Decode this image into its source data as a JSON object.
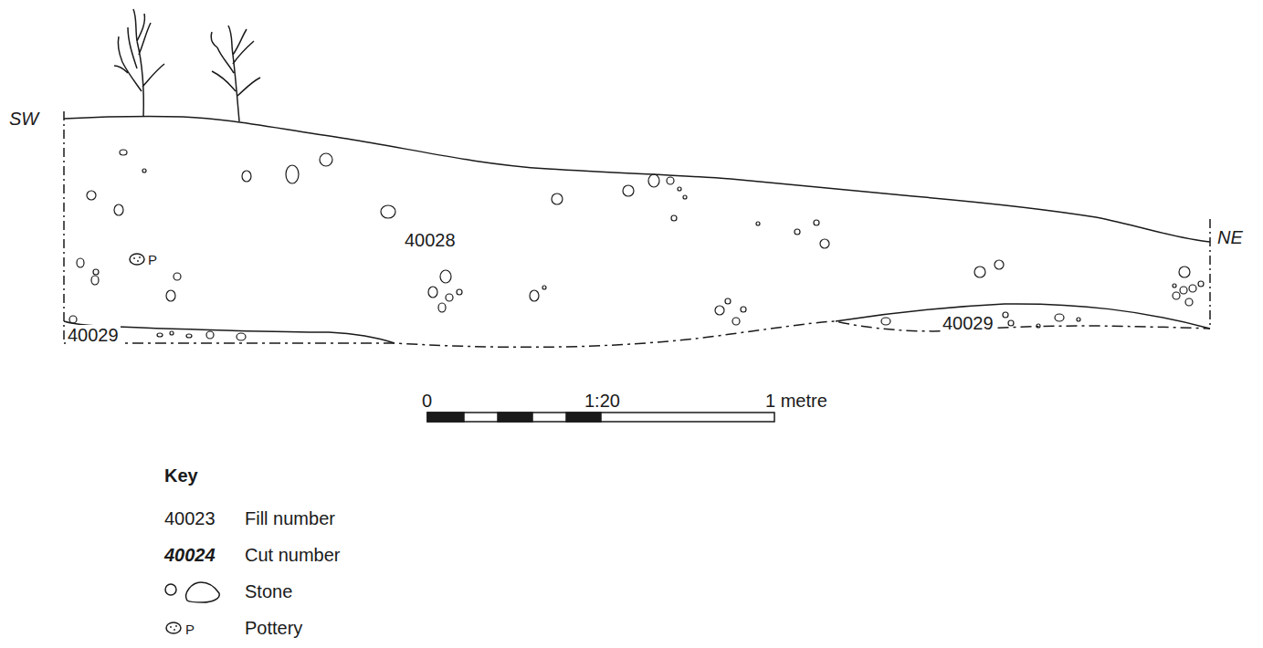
{
  "diagram": {
    "labels": [
      "SW",
      "NE",
      "40028",
      "40029",
      "40029",
      "P",
      "0",
      "1:20",
      "1 metre",
      "Key",
      "40023",
      "40024",
      "P"
    ],
    "legend": [
      {
        "text": "Fill number"
      },
      {
        "text": "Cut number"
      },
      {
        "text": "Stone"
      },
      {
        "text": "Pottery"
      }
    ]
  }
}
